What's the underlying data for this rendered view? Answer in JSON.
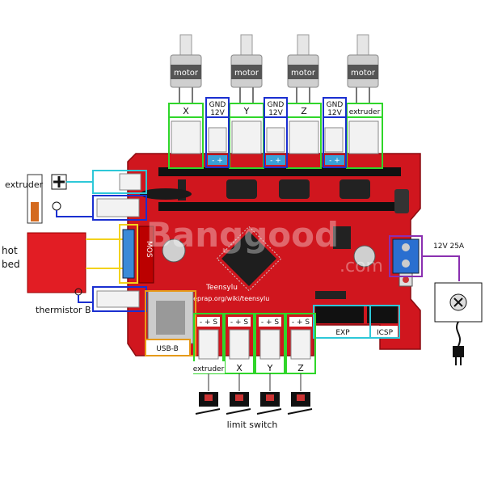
{
  "labels": {
    "motor_1": "motor",
    "motor_2": "motor",
    "motor_3": "motor",
    "motor_4": "motor",
    "conn_x": "X",
    "conn_y": "Y",
    "conn_z": "Z",
    "conn_extruder": "extruder",
    "gnd_1": "GND",
    "v12_1": "12V",
    "gnd_2": "GND",
    "v12_2": "12V",
    "gnd_3": "GND",
    "v12_3": "12V",
    "pol_1": "- +",
    "pol_2": "- +",
    "pol_3": "- +",
    "left_extruder": "extruder",
    "hot_bed_1": "hot",
    "hot_bed_2": "bed",
    "thermistor": "thermistor B",
    "usb": "USB-B",
    "power": "12V  25A",
    "exp": "EXP",
    "icsp": "ICSP",
    "end_extruder": "extruder",
    "end_x": "X",
    "end_y": "Y",
    "end_z": "Z",
    "stop_1": "- + S",
    "stop_2": "- + S",
    "stop_3": "- + S",
    "stop_4": "- + S",
    "limit_switch": "limit switch",
    "board_text": "Teensylu",
    "board_url": "reprap.org/wiki/teensylu",
    "mos": "MOS",
    "watermark": "Banggood",
    "watermark_com": ".com"
  },
  "colors": {
    "board": "#d0161e",
    "green_box": "#2fd62a",
    "blue_box": "#1a2fd0",
    "cyan_box": "#2ec8d8",
    "yellow_wire": "#f3d21c",
    "purple_wire": "#8a2fb0",
    "orange_box": "#e69a1a",
    "hot_bed": "#e21d24"
  },
  "icons": [
    "motor-icon",
    "fan-icon",
    "thermistor-icon",
    "limit-switch-icon",
    "power-supply-icon",
    "plug-icon",
    "usb-port-icon"
  ]
}
